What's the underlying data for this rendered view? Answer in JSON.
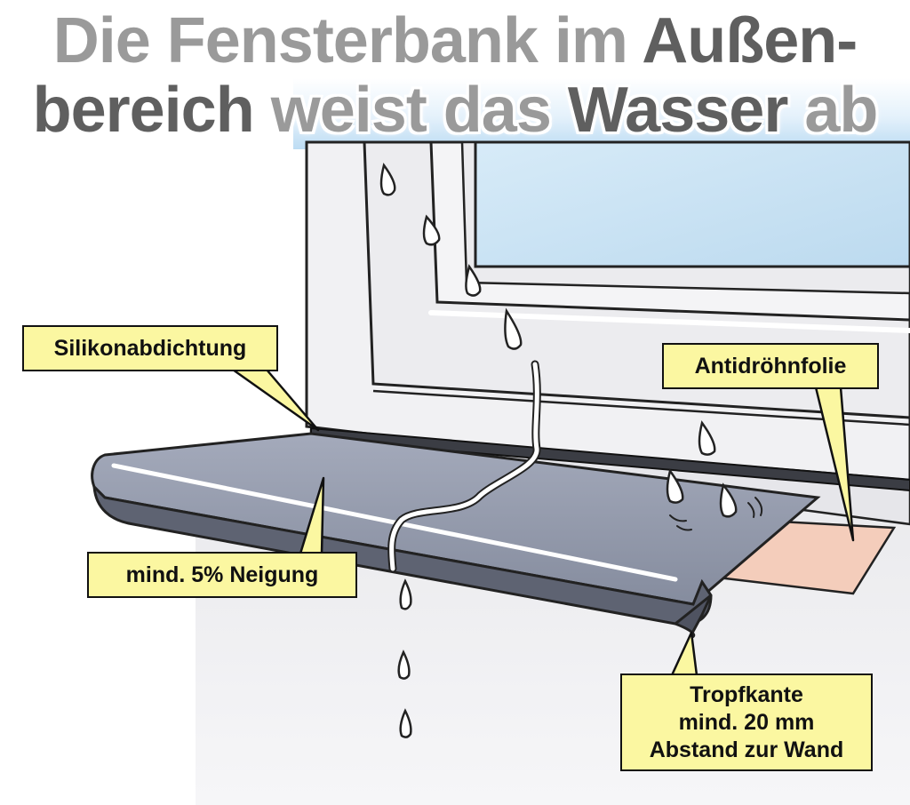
{
  "title": {
    "line1_part1": "Die Fensterbank im ",
    "line1_part2": "Außen-",
    "line2_part1": "bereich",
    "line2_part2": " weist das ",
    "line2_part3": "Wasser",
    "line2_part4": " ab"
  },
  "labels": {
    "silikon": "Silikonabdichtung",
    "antidroehn": "Antidröhnfolie",
    "neigung": "mind. 5% Neigung",
    "tropf_line1": "Tropfkante",
    "tropf_line2": "mind. 20 mm",
    "tropf_line3": "Abstand zur Wand"
  },
  "colors": {
    "sill": "#8e95a6",
    "sill_dark": "#5d6170",
    "glass": "#cfe6f7",
    "foil": "#f4cdbb",
    "callout": "#fbf7a1",
    "water": "#ffffff"
  }
}
